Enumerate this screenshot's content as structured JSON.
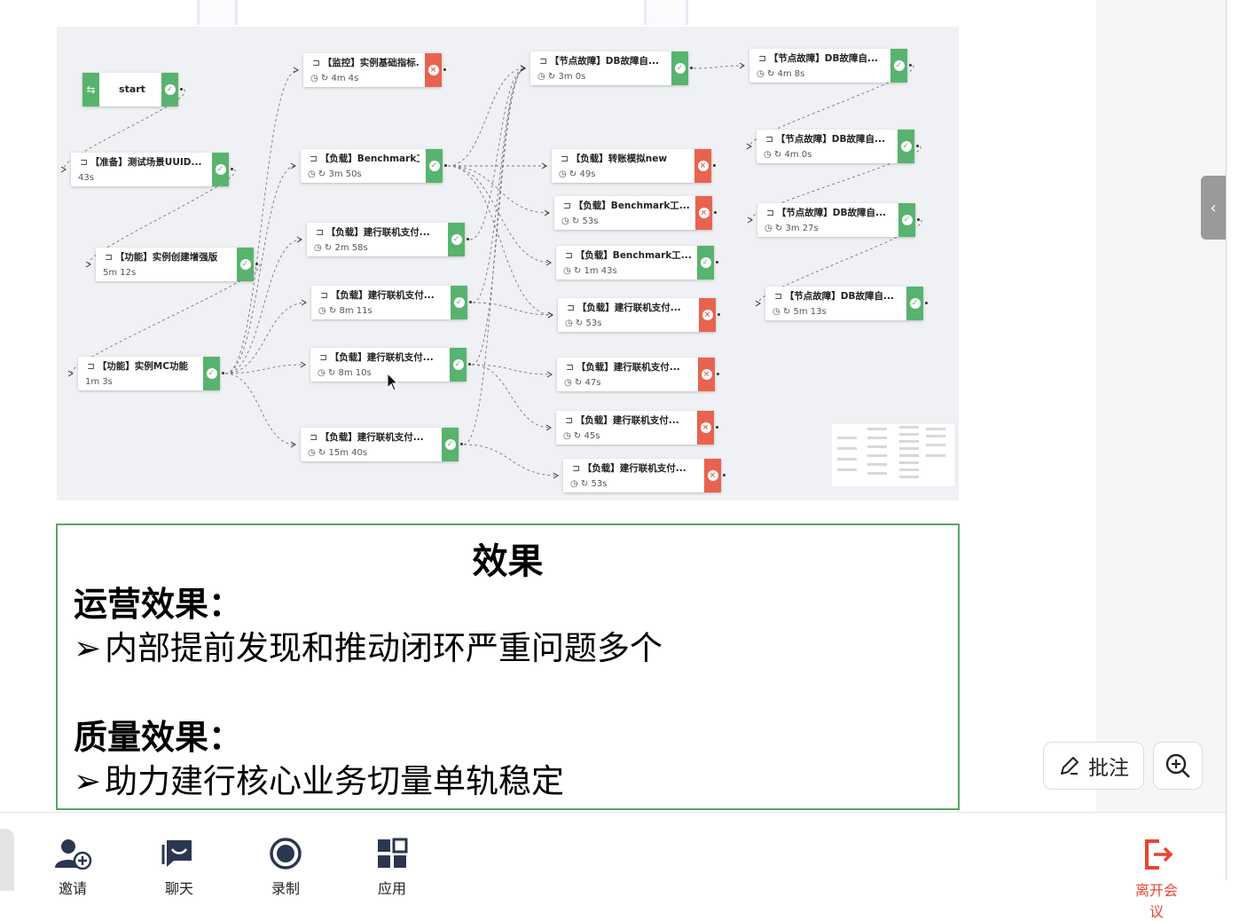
{
  "flow": {
    "nodes": [
      {
        "id": "start",
        "title": "start",
        "meta": "",
        "status": "ok"
      },
      {
        "id": "prep",
        "title": "【准备】测试场景UUID...",
        "meta": "43s",
        "status": "ok"
      },
      {
        "id": "func1",
        "title": "【功能】实例创建增强版",
        "meta": "5m 12s",
        "status": "ok"
      },
      {
        "id": "func2",
        "title": "【功能】实例MC功能",
        "meta": "1m 3s",
        "status": "ok"
      },
      {
        "id": "mon",
        "title": "【监控】实例基础指标...",
        "meta": "4m 4s",
        "status": "fail"
      },
      {
        "id": "b1",
        "title": "【负载】Benchmark工...",
        "meta": "3m 50s",
        "status": "ok"
      },
      {
        "id": "l1",
        "title": "【负载】建行联机支付...",
        "meta": "2m 58s",
        "status": "ok"
      },
      {
        "id": "l2",
        "title": "【负载】建行联机支付...",
        "meta": "8m 11s",
        "status": "ok"
      },
      {
        "id": "l3",
        "title": "【负载】建行联机支付...",
        "meta": "8m 10s",
        "status": "ok"
      },
      {
        "id": "l4",
        "title": "【负载】建行联机支付...",
        "meta": "15m 40s",
        "status": "ok"
      },
      {
        "id": "n1",
        "title": "【节点故障】DB故障自...",
        "meta": "3m 0s",
        "status": "ok"
      },
      {
        "id": "t1",
        "title": "【负载】转账模拟new",
        "meta": "49s",
        "status": "fail"
      },
      {
        "id": "b2",
        "title": "【负载】Benchmark工...",
        "meta": "53s",
        "status": "fail"
      },
      {
        "id": "b3",
        "title": "【负载】Benchmark工...",
        "meta": "1m 43s",
        "status": "ok"
      },
      {
        "id": "l5",
        "title": "【负载】建行联机支付...",
        "meta": "53s",
        "status": "fail"
      },
      {
        "id": "l6",
        "title": "【负载】建行联机支付...",
        "meta": "47s",
        "status": "fail"
      },
      {
        "id": "l7",
        "title": "【负载】建行联机支付...",
        "meta": "45s",
        "status": "fail"
      },
      {
        "id": "l8",
        "title": "【负载】建行联机支付...",
        "meta": "53s",
        "status": "fail"
      },
      {
        "id": "n2",
        "title": "【节点故障】DB故障自...",
        "meta": "4m 8s",
        "status": "ok"
      },
      {
        "id": "n3",
        "title": "【节点故障】DB故障自...",
        "meta": "4m 0s",
        "status": "ok"
      },
      {
        "id": "n4",
        "title": "【节点故障】DB故障自...",
        "meta": "3m 27s",
        "status": "ok"
      },
      {
        "id": "n5",
        "title": "【节点故障】DB故障自...",
        "meta": "5m 13s",
        "status": "ok"
      }
    ],
    "status_colors": {
      "ok": "#58b36f",
      "fail": "#e8634f"
    }
  },
  "effect": {
    "heading": "效果",
    "sections": [
      {
        "title": "运营效果：",
        "points": [
          "内部提前发现和推动闭环严重问题多个"
        ]
      },
      {
        "title": "质量效果：",
        "points": [
          "助力建行核心业务切量单轨稳定"
        ]
      }
    ],
    "bullet": "➢"
  },
  "controls": {
    "annotate_label": "批注",
    "annotate_icon": "pencil-icon",
    "zoom_icon": "zoom-in-icon",
    "collapse_icon": "chevron-left-icon"
  },
  "toolbar": {
    "items": [
      {
        "label": "邀请",
        "icon": "add-user-icon",
        "color": "#2b3650"
      },
      {
        "label": "聊天",
        "icon": "chat-icon",
        "color": "#2b3650"
      },
      {
        "label": "录制",
        "icon": "record-icon",
        "color": "#2b3650"
      },
      {
        "label": "应用",
        "icon": "apps-icon",
        "color": "#2b3650"
      }
    ],
    "exit": {
      "label": "离开会议",
      "icon": "exit-icon",
      "color": "#e8452f"
    }
  }
}
